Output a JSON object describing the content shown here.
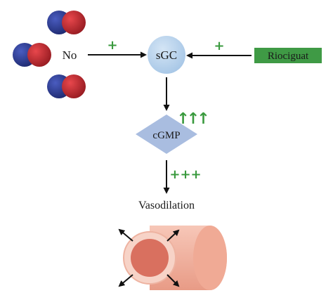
{
  "nodes": {
    "no_label": "No",
    "sgc_label": "sGC",
    "riociguat_label": "Riociguat",
    "cgmp_label": "cGMP",
    "vasodilation_label": "Vasodilation"
  },
  "signs": {
    "no_to_sgc": "+",
    "riociguat_to_sgc": "+",
    "cgmp_increase": "↑↑↑",
    "cgmp_to_vasodilation": "+++"
  },
  "colors": {
    "molecule_blue": "#2b3a8f",
    "molecule_red": "#c8282e",
    "sgc_fill": "#b8d3ec",
    "cgmp_fill": "#a9bde0",
    "riociguat_fill": "#3f9a45",
    "sign_green": "#3a9a3e",
    "arrow": "#111111",
    "vessel_outer": "#f2b8a6",
    "vessel_ring": "#f7d3c7",
    "vessel_lumen": "#d9705f"
  }
}
